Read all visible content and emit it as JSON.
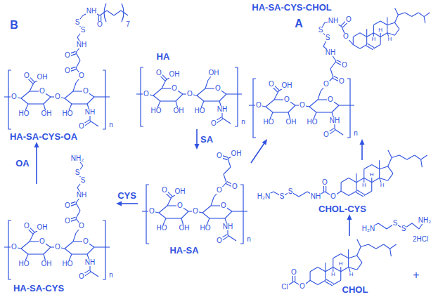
{
  "diagram": {
    "nodes": [
      {
        "text": [
          "HA-SA-CYS-CHOL",
          "A"
        ]
      },
      {
        "text": [
          "B",
          "HA-SA-CYS-OA"
        ]
      },
      {
        "text": [
          "HA"
        ]
      },
      {
        "text": [
          "HA-SA"
        ]
      },
      {
        "text": [
          "HA-SA-CYS"
        ]
      },
      {
        "text": [
          "CHOL-CYS"
        ]
      },
      {
        "text": [
          "CHOL"
        ]
      }
    ],
    "edges": [
      {
        "from": 2,
        "to": 3,
        "label": "SA",
        "arrow": "to"
      },
      {
        "from": 3,
        "to": 4,
        "label": "CYS",
        "arrow": "to"
      },
      {
        "from": 4,
        "to": 1,
        "label": "OA",
        "arrow": "to"
      },
      {
        "from": 6,
        "to": 5,
        "arrow": "to"
      },
      {
        "from": 5,
        "to": 0,
        "arrow": "to"
      },
      {
        "from": 3,
        "to": 0,
        "arrow": "to"
      }
    ],
    "labels": [
      "O",
      "O",
      "O",
      "OH",
      "HO",
      "OH",
      "O",
      "O",
      "O",
      "HO",
      "NH",
      "O",
      "n",
      "O",
      "O",
      "NH",
      "S",
      "S",
      "NH",
      "O",
      "O",
      "H",
      "H",
      "H",
      "O",
      "O",
      "O",
      "OH",
      "HO",
      "OH",
      "O",
      "O",
      "O",
      "HO",
      "NH",
      "O",
      "n",
      "O",
      "O",
      "NH",
      "S",
      "S",
      "NH",
      "O",
      "7",
      "O",
      "O",
      "O",
      "OH",
      "HO",
      "OH",
      "O",
      "O",
      "OH",
      "HO",
      "NH",
      "O",
      "n",
      "O",
      "O",
      "O",
      "OH",
      "HO",
      "OH",
      "O",
      "O",
      "O",
      "HO",
      "NH",
      "O",
      "n",
      "O",
      "O",
      "OH",
      "O",
      "O",
      "O",
      "OH",
      "HO",
      "OH",
      "O",
      "O",
      "O",
      "HO",
      "NH",
      "O",
      "n",
      "O",
      "O",
      "NH",
      "S",
      "S",
      "NH₂",
      "H",
      "H",
      "H",
      "O",
      "O",
      "NH",
      "S",
      "S",
      "H₂N",
      "H₂N",
      "S",
      "S",
      "NH₂",
      "2HCl",
      "+",
      "H",
      "H",
      "H",
      "O",
      "O",
      "Cl"
    ]
  }
}
